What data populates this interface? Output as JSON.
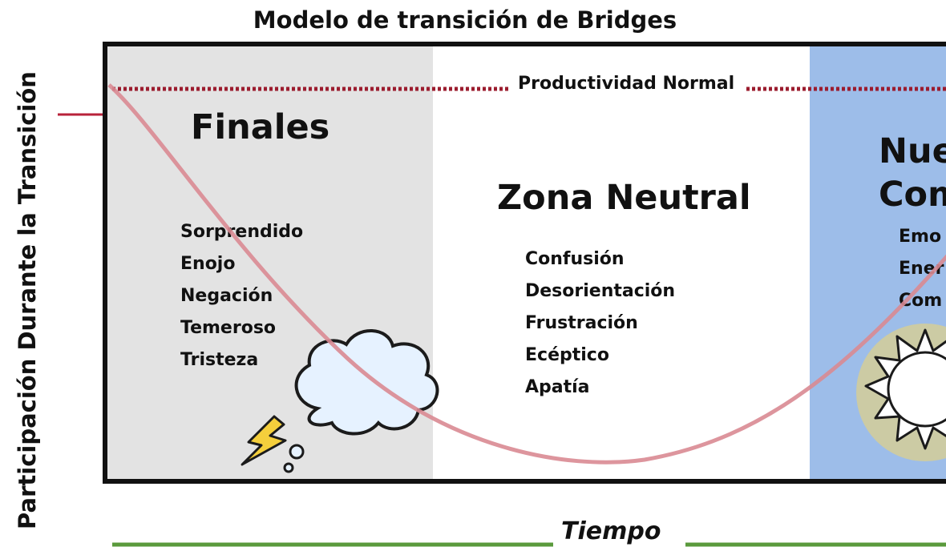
{
  "title": "Modelo de transición de Bridges",
  "y_axis_label": "Participación Durante la Transición",
  "x_axis_label": "Tiempo",
  "baseline_label": "Productividad Normal",
  "zones": {
    "endings": {
      "heading": "Finales",
      "emotions": [
        "Sorprendido",
        "Enojo",
        "Negación",
        "Temeroso",
        "Tristeza"
      ],
      "icon": "storm-cloud-icon",
      "color": "#e3e3e3"
    },
    "neutral": {
      "heading": "Zona Neutral",
      "emotions": [
        "Confusión",
        "Desorientación",
        "Frustración",
        "Ecéptico",
        "Apatía"
      ]
    },
    "beginnings": {
      "heading_lines": [
        "Nue",
        "Com"
      ],
      "emotions": [
        "Emo",
        "Ener",
        "Com"
      ],
      "icon": "sun-icon",
      "color": "#9dbde9"
    }
  },
  "colors": {
    "curve": "#d98a92",
    "productivity_line": "#9b1c2e",
    "arrow": "#b8223a",
    "time_line": "#5a9a3c",
    "frame": "#111111"
  }
}
